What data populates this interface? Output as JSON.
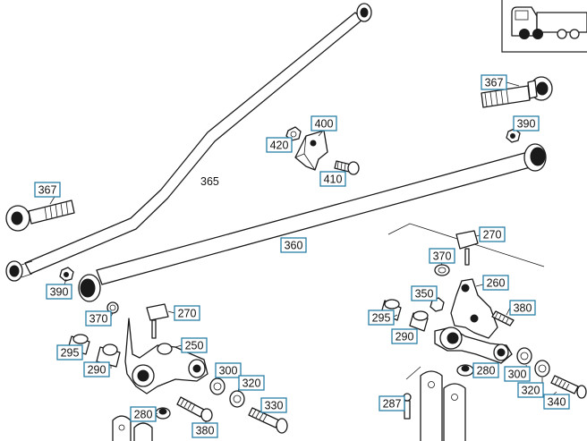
{
  "diagram": {
    "callouts": {
      "c367_right": "367",
      "c390_right": "390",
      "c400": "400",
      "c420": "420",
      "c410": "410",
      "c367_left": "367",
      "c390_left": "390",
      "c360": "360",
      "c270_right": "270",
      "c370_right": "370",
      "c260": "260",
      "c350": "350",
      "c380_right": "380",
      "c295_right": "295",
      "c290_right": "290",
      "c280_right": "280",
      "c300_right": "300",
      "c320_right": "320",
      "c287": "287",
      "c340": "340",
      "c370_left": "370",
      "c270_left": "270",
      "c295_left": "295",
      "c250": "250",
      "c290_left": "290",
      "c300_left": "300",
      "c320_left": "320",
      "c330": "330",
      "c280_left": "280",
      "c380_left": "380"
    },
    "plain_labels": {
      "rod_365": "365"
    },
    "vehicle_icon": "truck-icon",
    "accent_color": "#2a7fa8"
  }
}
